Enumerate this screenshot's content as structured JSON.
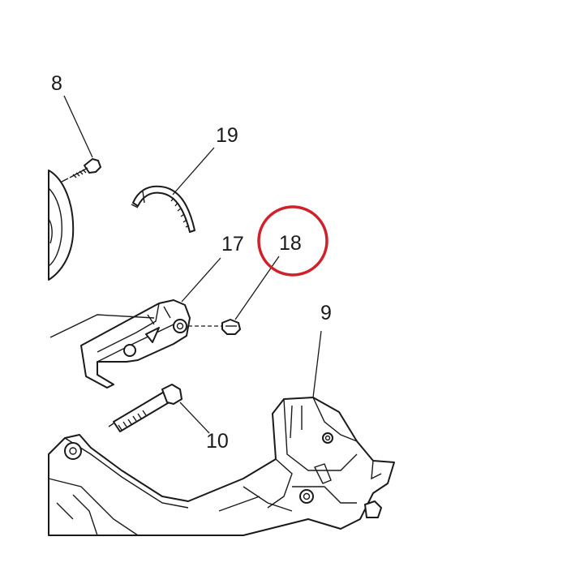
{
  "diagram": {
    "callouts": {
      "p8": "8",
      "p19": "19",
      "p17": "17",
      "p18": "18",
      "p9": "9",
      "p10": "10"
    },
    "highlight": {
      "target": "18",
      "color": "#d0202a"
    }
  }
}
